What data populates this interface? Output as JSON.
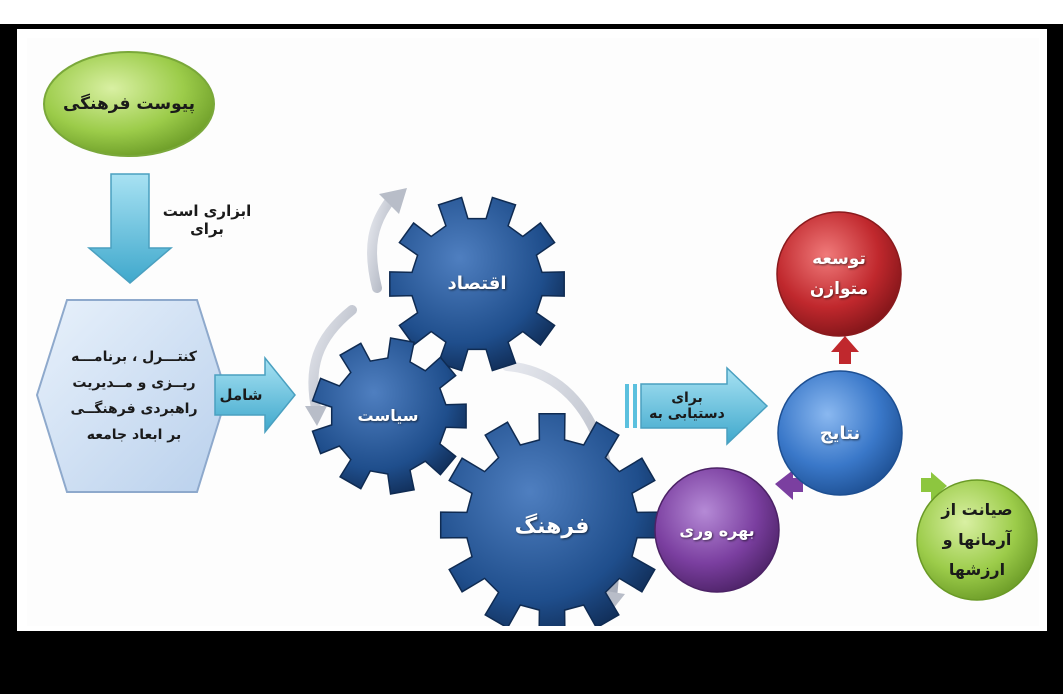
{
  "header_fragment": "‏",
  "nodes": {
    "cultural_attachment": "پیوست فرهنگی",
    "tool_for": "ابزاری است برای",
    "control_box": [
      "کنتـــرل ، برنامـــه",
      "ریــزی و مــدیریت",
      "راهبردی  فرهنگــی",
      "بر ابعاد جامعه"
    ],
    "includes": "شامل",
    "gear_economy": "اقتصاد",
    "gear_politics": "سیاست",
    "gear_culture": "فرهنگ",
    "to_achieve": "برای دستیابی به",
    "results": "نتایج",
    "balanced_development": [
      "توسعه",
      "متوازن"
    ],
    "productivity": "بهره وری",
    "protection": [
      "صیانت از",
      "آرمانها و",
      "ارزشها"
    ]
  },
  "colors": {
    "green": "#8dc63f",
    "blue_gear": "#1f4e8c",
    "blue_circle": "#3a78c9",
    "red": "#c0282d",
    "purple": "#7b3fa0",
    "cyan_arrow": "#5bc0de",
    "hexagon": "#d4e4f7"
  }
}
